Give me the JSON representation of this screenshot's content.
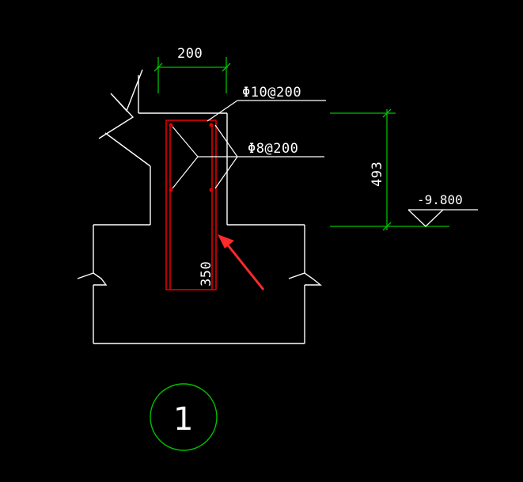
{
  "drawing": {
    "labels": {
      "top_width": "200",
      "rebar_main": "Φ10@200",
      "rebar_stirrup": "Φ8@200",
      "height_dim": "493",
      "elevation": "-9.800",
      "base_width": "350",
      "detail_number": "1"
    },
    "colors": {
      "background": "#000000",
      "outline": "#ffffff",
      "dimension": "#00c000",
      "rebar": "#e00000",
      "arrow": "#ff2a2a",
      "detail_circle": "#00c000"
    }
  }
}
